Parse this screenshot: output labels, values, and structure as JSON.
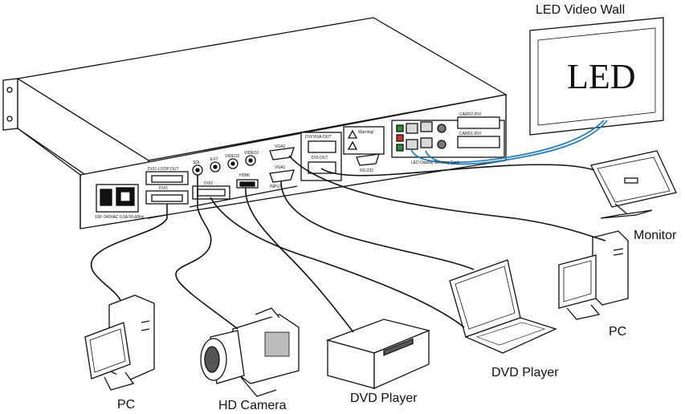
{
  "labels": {
    "led_wall": "LED Video Wall",
    "led_screen_text": "LED",
    "monitor": "Monitor",
    "pc_right": "PC",
    "pc_left": "PC",
    "dvd_right": "DVD Player",
    "dvd_left": "DVD Player",
    "camera": "HD Camera"
  },
  "ports": {
    "dvi_loop_out": "DVI1-LOOP OUT",
    "dvi1": "DVI1",
    "sdi": "SDI",
    "ext": "EXT",
    "video2": "VIDEO2",
    "video1": "VIDEO1",
    "vga2": "VGA2",
    "vga1": "VGA1",
    "dvi2": "DVI2",
    "hdmi": "HDMI",
    "input": "INPUT",
    "dvi_vga_out": "DVI/VGA-OUT",
    "dvi_out": "DVI-OUT",
    "rs232": "RS-232",
    "warning": "Warning!",
    "card2": "CARD2-DVI",
    "card1": "CARD1-DVI",
    "send_card": "LED Display Sending Card",
    "power": "100~240VAC 0.5A 50-60Hz"
  },
  "colors": {
    "line": "#111111",
    "led_cable": "#2a7fb8",
    "green_port": "#2e8b3a",
    "red_port": "#c0392b"
  }
}
